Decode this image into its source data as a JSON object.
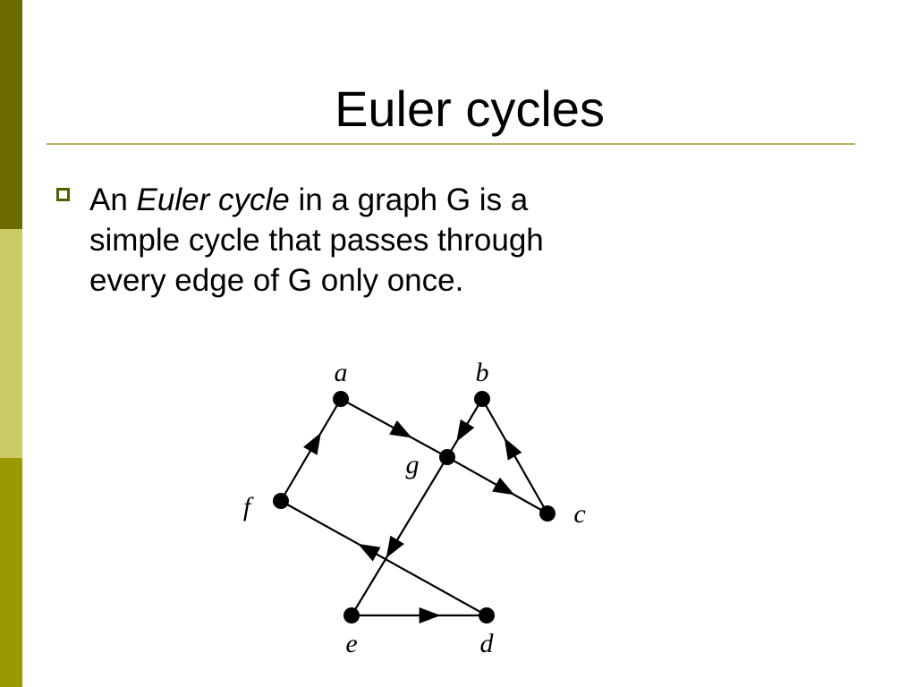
{
  "slide": {
    "title": "Euler cycles",
    "bullet": {
      "line1_pre": "An ",
      "line1_em": "Euler cycle",
      "line1_post": " in a graph G is a",
      "line2": "simple cycle that passes through",
      "line3": "every edge of G only once."
    }
  },
  "graph": {
    "vertices": [
      {
        "id": "a",
        "label": "a"
      },
      {
        "id": "b",
        "label": "b"
      },
      {
        "id": "c",
        "label": "c"
      },
      {
        "id": "d",
        "label": "d"
      },
      {
        "id": "e",
        "label": "e"
      },
      {
        "id": "f",
        "label": "f"
      },
      {
        "id": "g",
        "label": "g"
      }
    ],
    "edges": [
      {
        "from": "a",
        "to": "g"
      },
      {
        "from": "g",
        "to": "c"
      },
      {
        "from": "c",
        "to": "b"
      },
      {
        "from": "b",
        "to": "g"
      },
      {
        "from": "g",
        "to": "e"
      },
      {
        "from": "e",
        "to": "d"
      },
      {
        "from": "d",
        "to": "f"
      },
      {
        "from": "f",
        "to": "a"
      }
    ]
  }
}
